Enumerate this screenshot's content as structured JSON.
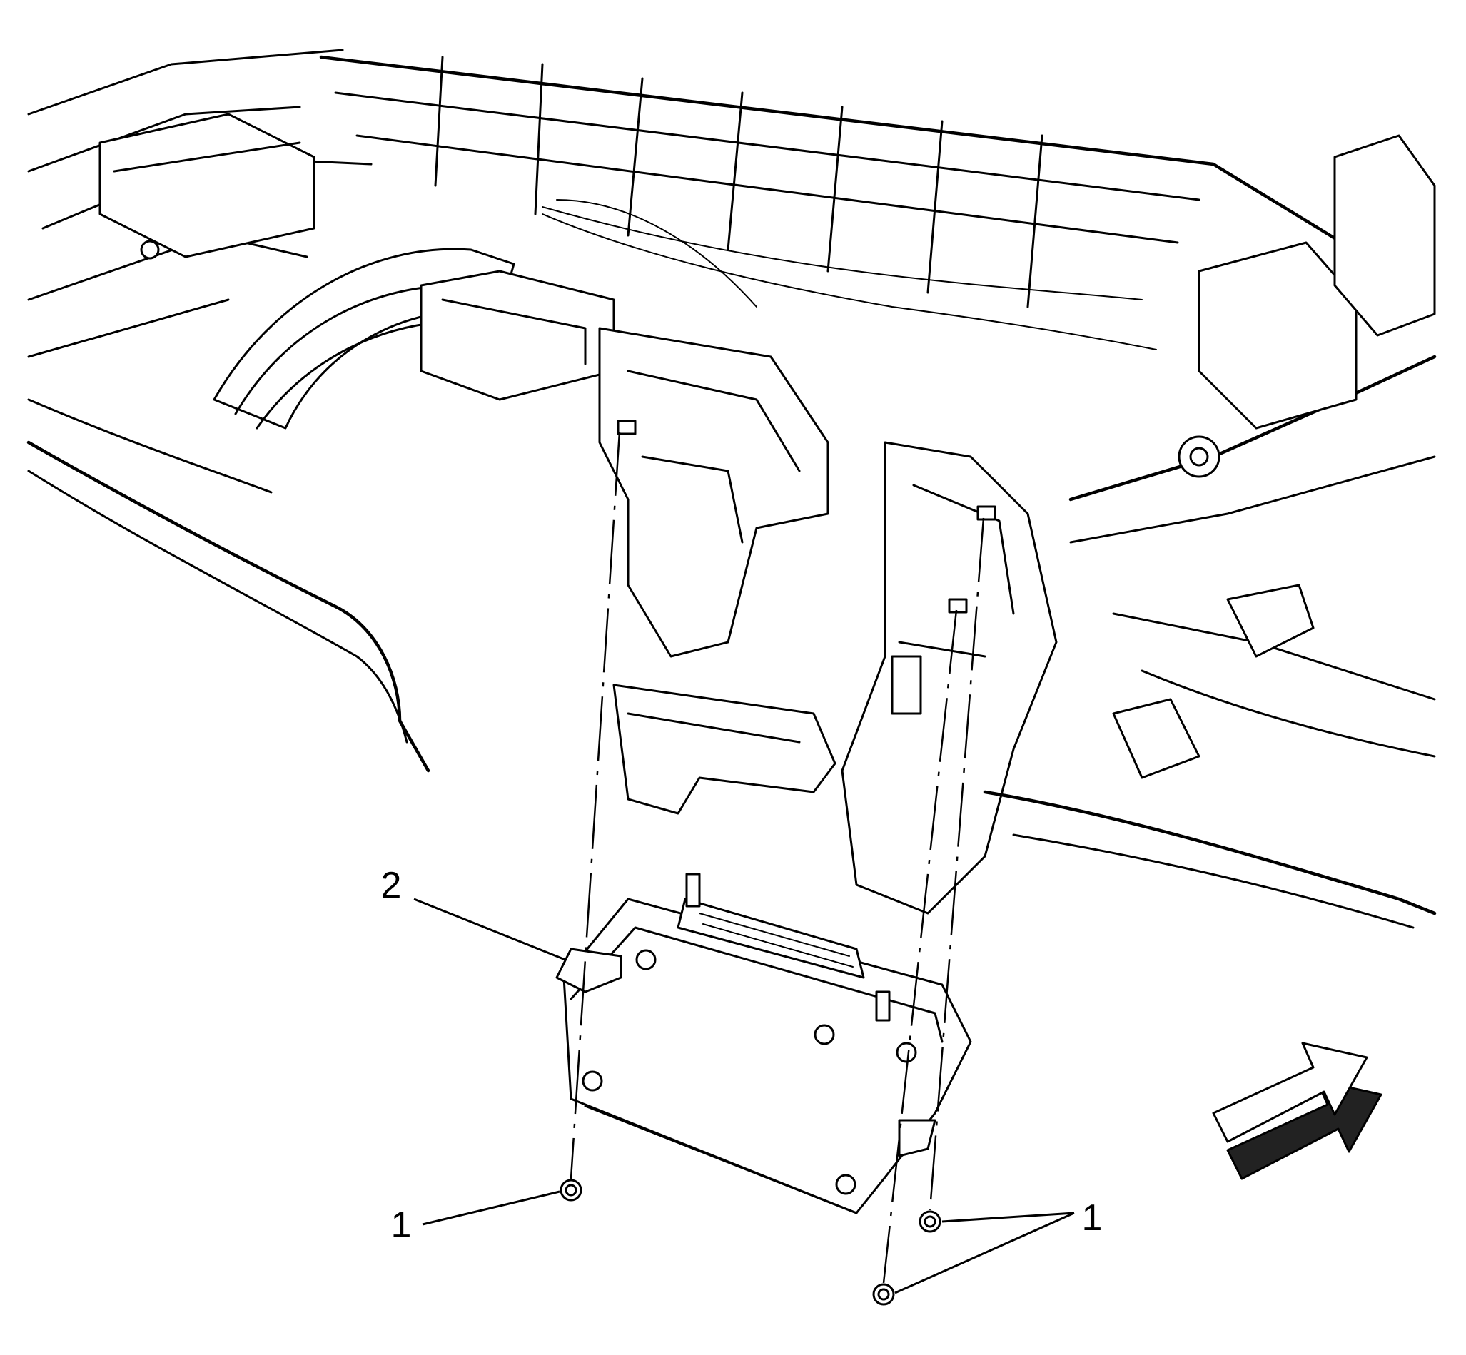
{
  "callouts": {
    "fastener": "1",
    "fastener_group": "1",
    "module": "2"
  }
}
